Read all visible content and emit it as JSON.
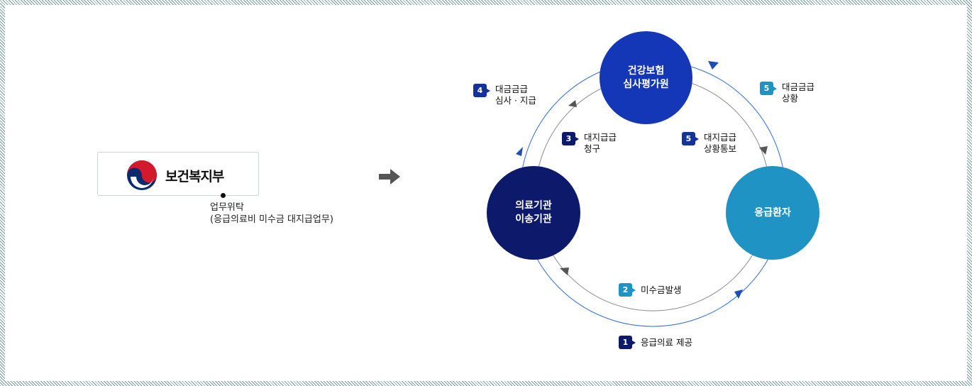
{
  "ministry": {
    "name": "보건복지부",
    "logo_icon": "taegeuk-logo",
    "delegation_line1": "업무위탁",
    "delegation_line2": "(응급의료비 미수금 대지급업무)"
  },
  "flow_arrow_icon": "arrow-right-icon",
  "nodes": {
    "hira_line1": "건강보험",
    "hira_line2": "심사평가원",
    "institution_line1": "의료기관",
    "institution_line2": "이송기관",
    "patient": "응급환자"
  },
  "steps": [
    {
      "num": "1",
      "line1": "응급의료 제공"
    },
    {
      "num": "2",
      "line1": "미수금발생"
    },
    {
      "num": "3",
      "line1": "대지급급",
      "line2": "청구"
    },
    {
      "num": "4",
      "line1": "대금금급",
      "line2": "심사 · 지급"
    },
    {
      "num": "5",
      "line1": "대지급급",
      "line2": "상황통보"
    },
    {
      "num": "5",
      "line1": "대금금급",
      "line2": "상황"
    }
  ],
  "colors": {
    "hira": "#1437b8",
    "institution": "#0d1a6b",
    "patient": "#1e93c4",
    "outer_ring": "#2f6de0",
    "inner_ring": "#888888"
  }
}
